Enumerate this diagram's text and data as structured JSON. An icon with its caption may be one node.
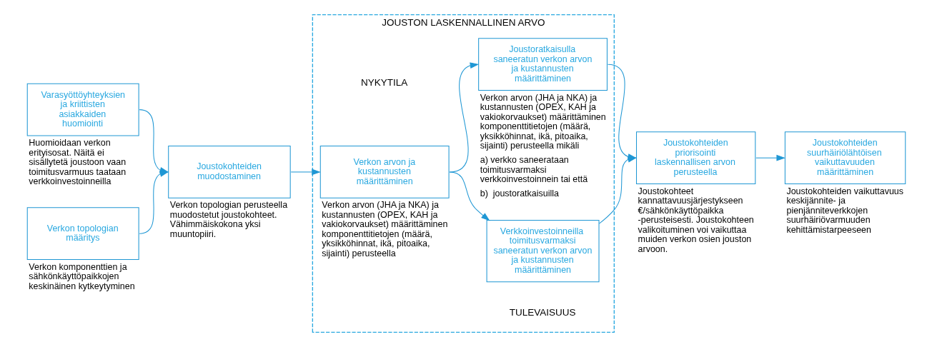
{
  "diagram": {
    "nodes": [
      {
        "text": [
          "Varasyöttöyhteyksien ja kriittisten asiakkaiden huomiointi"
        ],
        "beside": [
          "Huomioidaan verkon erityisosat. Näitä ei sisällytetä joustoon vaan toimitusvarmuus taataan verkkoinvestoinneilla"
        ]
      },
      {
        "text": [
          "Verkon topologian määritys"
        ],
        "beside": [
          "Verkon komponenttien ja sähkönkäyttöpaikkojen keskinäinen kytkeytyminen"
        ]
      },
      {
        "text": [
          "Joustokohteiden muodostaminen"
        ],
        "beside": [
          "Verkon topologian perusteella muodostetut joustokohteet. Vähimmäiskokona yksi muuntopiiri."
        ]
      },
      {
        "text": [
          "JOUSTON LASKENNALLINEN ARVO"
        ]
      },
      {
        "text": [
          "Verkon arvon ja kustannusten määrittäminen"
        ],
        "in": 3,
        "beside": [
          "Verkon arvon (JHA ja NKA) ja kustannusten (OPEX, KAH ja vakiokorvaukset) määrittäminen komponenttitietojen (määrä, yksikköhinnat, ikä, pitoaika, sijainti) perusteella"
        ]
      },
      {
        "text": [
          "Verkkoinvestoinneilla toimitusvarmaksi saneeratun verkon arvon ja kustannusten määrittäminen"
        ],
        "in": 3
      },
      {
        "text": [
          "Joustoratkaisulla saneeratun verkon arvon ja kustannusten määrittäminen"
        ],
        "in": 3,
        "beside": [
          "Verkon arvon (JHA ja NKA) ja kustannusten (OPEX, KAH ja vakiokorvaukset) määrittäminen komponenttitietojen (määrä, yksikköhinnat, ikä, pitoaika, sijainti) perusteella mikäli",
          "a) verkko saneerataan toimitusvarmaksi verkkoinvestoinnein tai että",
          "b)  joustoratkaisuilla"
        ]
      },
      {
        "text": [
          "Joustokohteiden priorisointi laskennallisen arvon perusteella"
        ],
        "beside": [
          "Joustokohteet kannattavuusjärjestykseen €/sähkönkäyttöpaikka -perusteisesti. Joustokohteen valikoituminen voi vaikuttaa muiden verkon osien jouston arvoon."
        ]
      },
      {
        "text": [
          "Joustokohteiden suurhäiriölähtöisen vaikuttavuuden määrittäminen"
        ],
        "beside": [
          "Joustokohteiden vaikuttavuus keskijännite- ja pienjänniteverkkojen suurhäiriövarmuuden kehittämistarpeeseen"
        ]
      }
    ],
    "edges": [
      {
        "from": 0,
        "to": 2,
        "arrow": "to"
      },
      {
        "from": 1,
        "to": 2,
        "arrow": "to"
      },
      {
        "from": 2,
        "to": 4,
        "arrow": "to"
      },
      {
        "from": 4,
        "to": 5,
        "arrow": "to"
      },
      {
        "from": 4,
        "to": 6,
        "arrow": "to"
      },
      {
        "from": 5,
        "to": 7,
        "arrow": "to"
      },
      {
        "from": 6,
        "to": 7,
        "arrow": "to"
      },
      {
        "from": 7,
        "to": 8,
        "arrow": "to"
      }
    ],
    "labels": [
      "NYKYTILA",
      "TULEVAISUUS"
    ]
  }
}
